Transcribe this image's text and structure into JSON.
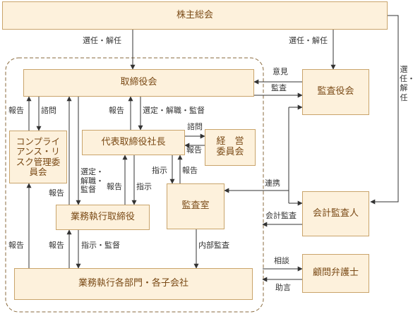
{
  "nodes": {
    "shareholders": "株主総会",
    "board": "取締役会",
    "auditors_board": "監査役会",
    "compliance": "コンプライアンス・リスク管理委員会",
    "president": "代表取締役社長",
    "management_committee": "経　営\n委員会",
    "audit_office": "監査室",
    "accounting_auditor": "会計監査人",
    "executive_officers": "業務執行取締役",
    "departments": "業務執行各部門・各子会社",
    "legal_advisor": "顧問弁護士"
  },
  "labels": {
    "elect_dismiss_board": "選任・解任",
    "elect_dismiss_auditors": "選任・解任",
    "elect_dismiss_accounting": "選任・解任",
    "opinion": "意見",
    "audit": "監査",
    "report_board_compliance": "報告",
    "consult_compliance": "諮問",
    "report_president_board": "報告",
    "appoint_president": "選定・解職・監督",
    "consult_management": "諮問",
    "report_management": "報告",
    "instruct_audit_office": "指示",
    "report_audit_office": "報告",
    "appoint_exec": "選定・\n解職・\n監督",
    "report_exec_board": "報告",
    "report_exec_president": "報告",
    "instruct_exec": "指示",
    "cooperation": "連携",
    "accounting_audit": "会計監査",
    "report_dept_compliance": "報告",
    "report_dept_exec": "報告",
    "instruct_supervise": "指示・監督",
    "internal_audit": "内部監査",
    "consult_legal": "相談",
    "advice_legal": "助言"
  }
}
